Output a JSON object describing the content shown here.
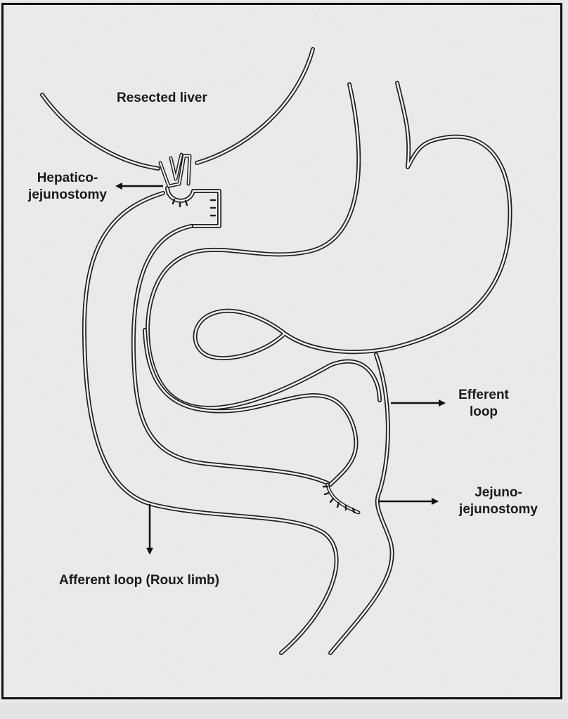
{
  "labels": {
    "resected_liver": "Resected liver",
    "hepaticojejunostomy": [
      "Hepatico-",
      "jejunostomy"
    ],
    "efferent_loop": [
      "Efferent",
      "loop"
    ],
    "jejunojejunostomy": [
      "Jejuno-",
      "jejunostomy"
    ],
    "afferent_loop": "Afferent loop (Roux limb)"
  },
  "colors": {
    "background": "#f2f2f2",
    "outline": "#222222",
    "border": "#111111"
  }
}
